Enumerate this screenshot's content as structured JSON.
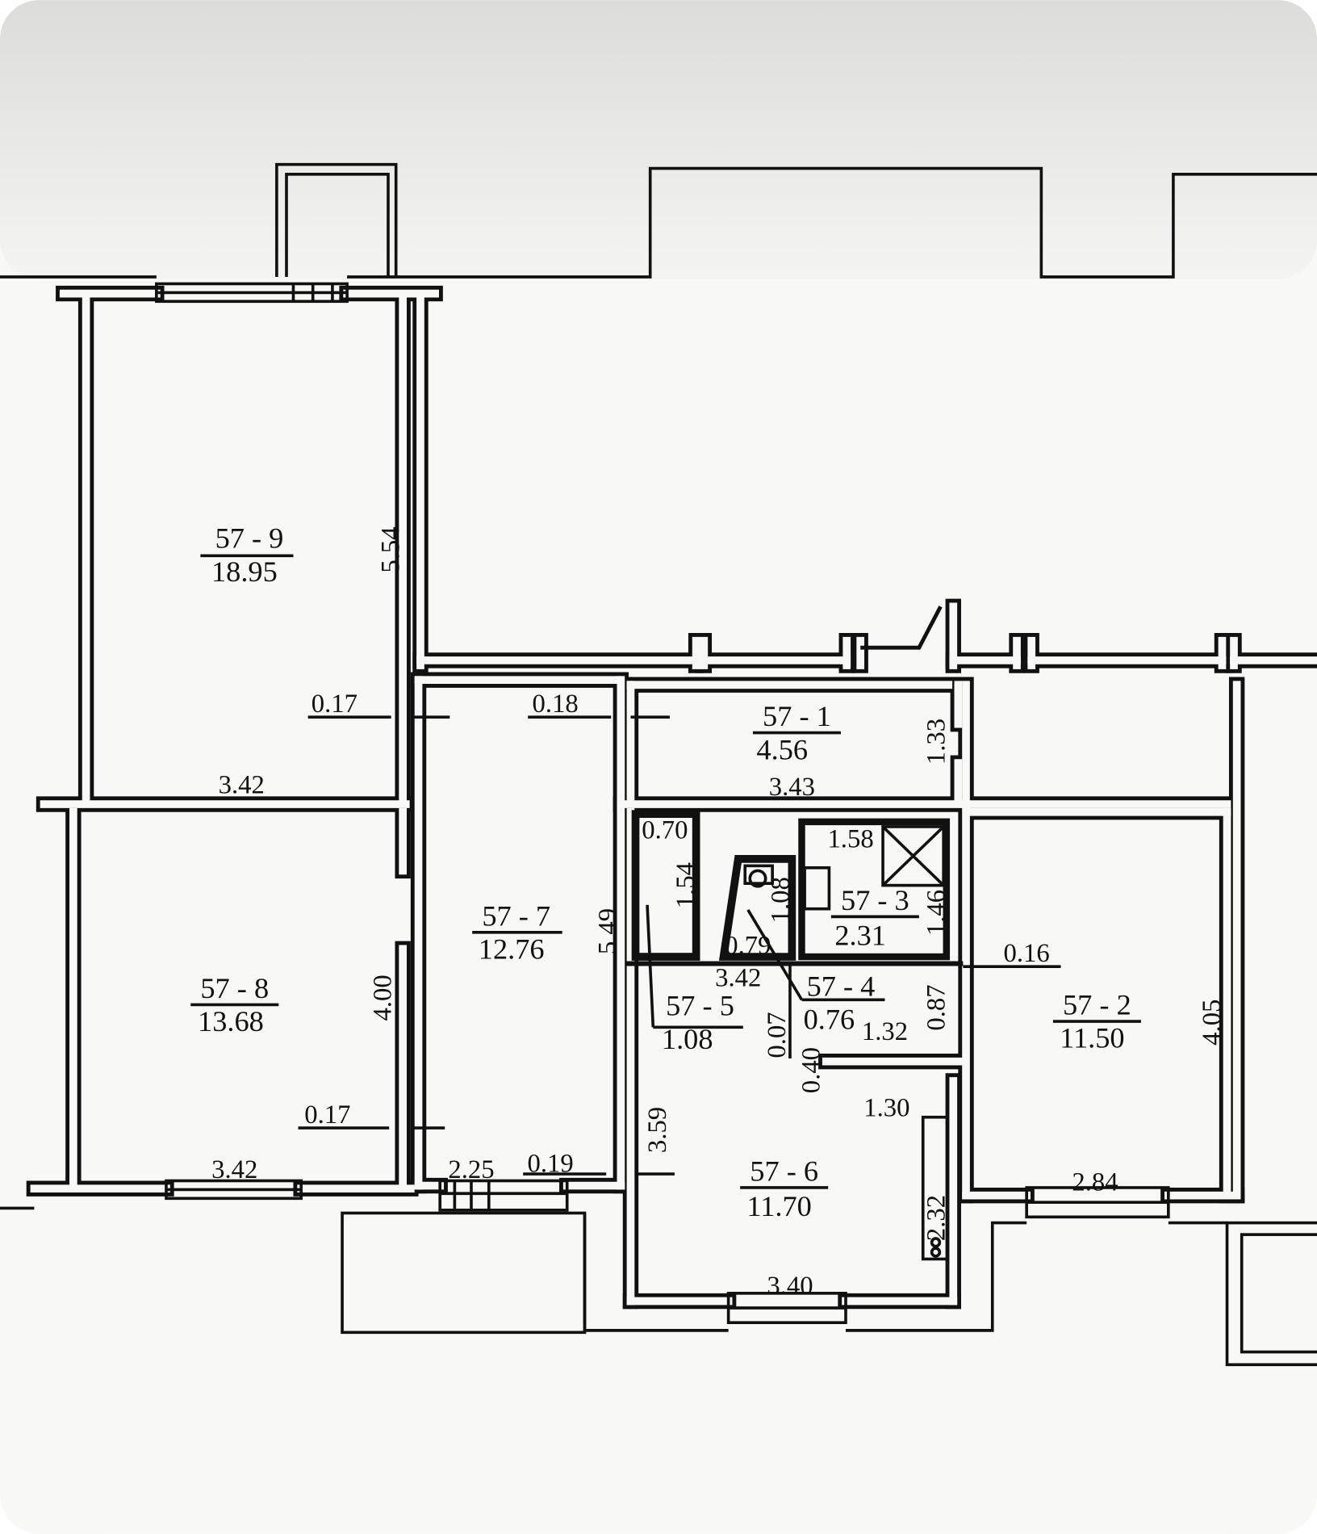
{
  "plan": {
    "rooms": [
      {
        "id": "57 - 9",
        "area": "18.95"
      },
      {
        "id": "57 - 8",
        "area": "13.68"
      },
      {
        "id": "57 - 7",
        "area": "12.76"
      },
      {
        "id": "57 - 1",
        "area": "4.56"
      },
      {
        "id": "57 - 3",
        "area": "2.31"
      },
      {
        "id": "57 - 4",
        "area": "0.76"
      },
      {
        "id": "57 - 5",
        "area": "1.08"
      },
      {
        "id": "57 - 6",
        "area": "11.70"
      },
      {
        "id": "57 - 2",
        "area": "11.50"
      }
    ],
    "dimensions": [
      "5.54",
      "0.17",
      "0.18",
      "3.42",
      "1.33",
      "3.43",
      "0.70",
      "1.54",
      "1.08",
      "1.58",
      "1.46",
      "0.79",
      "3.42",
      "0.16",
      "5.49",
      "0.87",
      "0.07",
      "1.32",
      "0.40",
      "1.30",
      "3.59",
      "2.32",
      "3.40",
      "4.00",
      "0.17",
      "3.42",
      "2.25",
      "0.19",
      "2.84",
      "4.05"
    ],
    "colors": {
      "ink": "#111111",
      "paper": "#f7f7f5",
      "shadow": "#e4e4e2"
    }
  }
}
